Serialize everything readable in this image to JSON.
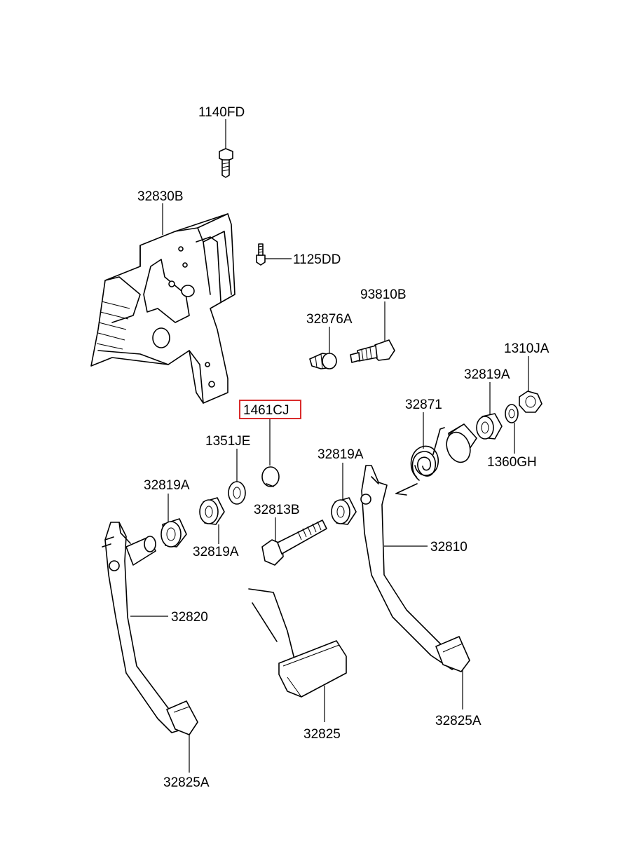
{
  "labels": {
    "l1140fd": "1140FD",
    "l32830b": "32830B",
    "l1125dd": "1125DD",
    "l93810b": "93810B",
    "l32876a": "32876A",
    "l1310ja": "1310JA",
    "l32819a_tr": "32819A",
    "l32871": "32871",
    "l1461cj": "1461CJ",
    "l1351je": "1351JE",
    "l1360gh": "1360GH",
    "l32819a_mid": "32819A",
    "l32819a_left": "32819A",
    "l32813b": "32813B",
    "l32819a_low": "32819A",
    "l32810": "32810",
    "l32820": "32820",
    "l32825": "32825",
    "l32825a_right": "32825A",
    "l32825a_left": "32825A"
  },
  "highlighted_part": "1461CJ",
  "colors": {
    "highlight": "#d92b2b",
    "line": "#000000",
    "background": "#ffffff"
  }
}
